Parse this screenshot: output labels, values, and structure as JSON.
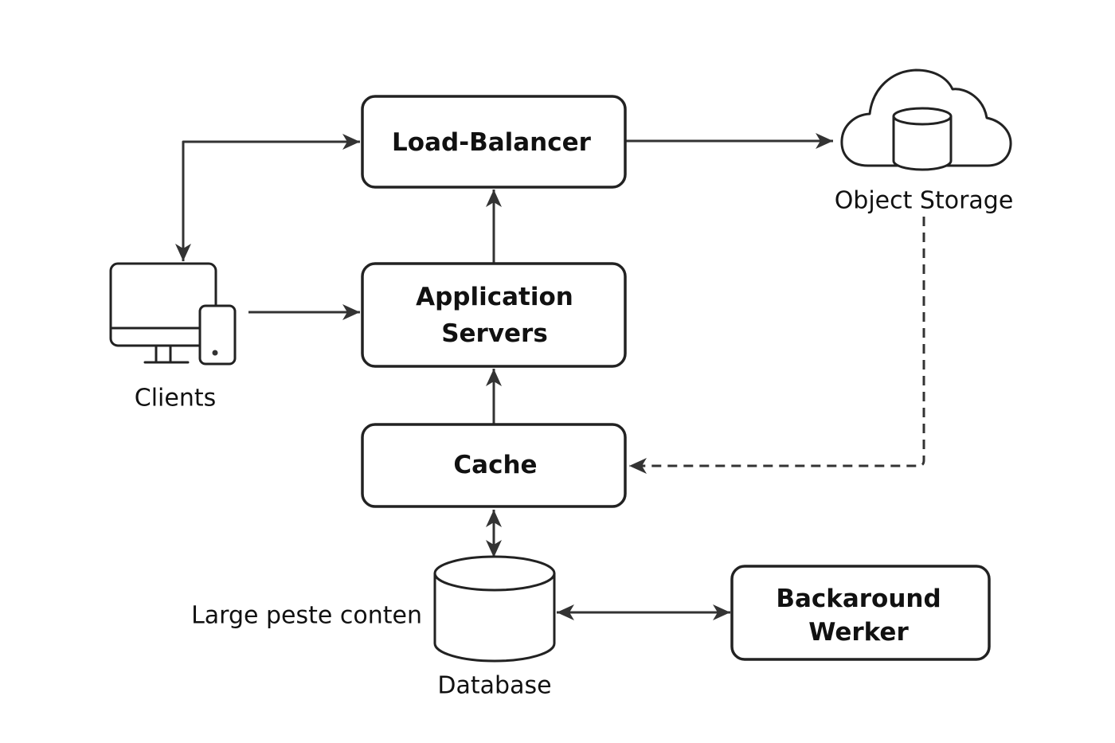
{
  "diagram": {
    "type": "architecture",
    "stroke_color": "#222222",
    "background": "#ffffff",
    "nodes": {
      "load_balancer": {
        "label": "Load-Balancer",
        "shape": "rounded-rect"
      },
      "app_servers": {
        "label_lines": [
          "Application",
          "Servers"
        ],
        "shape": "rounded-rect"
      },
      "cache": {
        "label": "Cache",
        "shape": "rounded-rect"
      },
      "database": {
        "label": "Database",
        "shape": "cylinder",
        "side_note": "Large peste conten"
      },
      "background_worker": {
        "label_lines": [
          "Backaround",
          "Werker"
        ],
        "shape": "rounded-rect"
      },
      "object_storage": {
        "label": "Object Storage",
        "icon": "cloud-database-icon"
      },
      "clients": {
        "label": "Clients",
        "icon": "desktop-and-phone-icon"
      }
    },
    "edges": [
      {
        "from": "clients",
        "to": "load_balancer",
        "style": "solid",
        "direction": "bidirectional"
      },
      {
        "from": "load_balancer",
        "to": "object_storage",
        "style": "solid",
        "direction": "forward"
      },
      {
        "from": "clients",
        "to": "app_servers",
        "style": "solid",
        "direction": "forward"
      },
      {
        "from": "app_servers",
        "to": "load_balancer",
        "style": "solid",
        "direction": "forward"
      },
      {
        "from": "cache",
        "to": "app_servers",
        "style": "solid",
        "direction": "forward"
      },
      {
        "from": "cache",
        "to": "database",
        "style": "solid",
        "direction": "bidirectional"
      },
      {
        "from": "database",
        "to": "background_worker",
        "style": "solid",
        "direction": "bidirectional"
      },
      {
        "from": "object_storage",
        "to": "cache",
        "style": "dashed",
        "direction": "forward"
      }
    ]
  }
}
